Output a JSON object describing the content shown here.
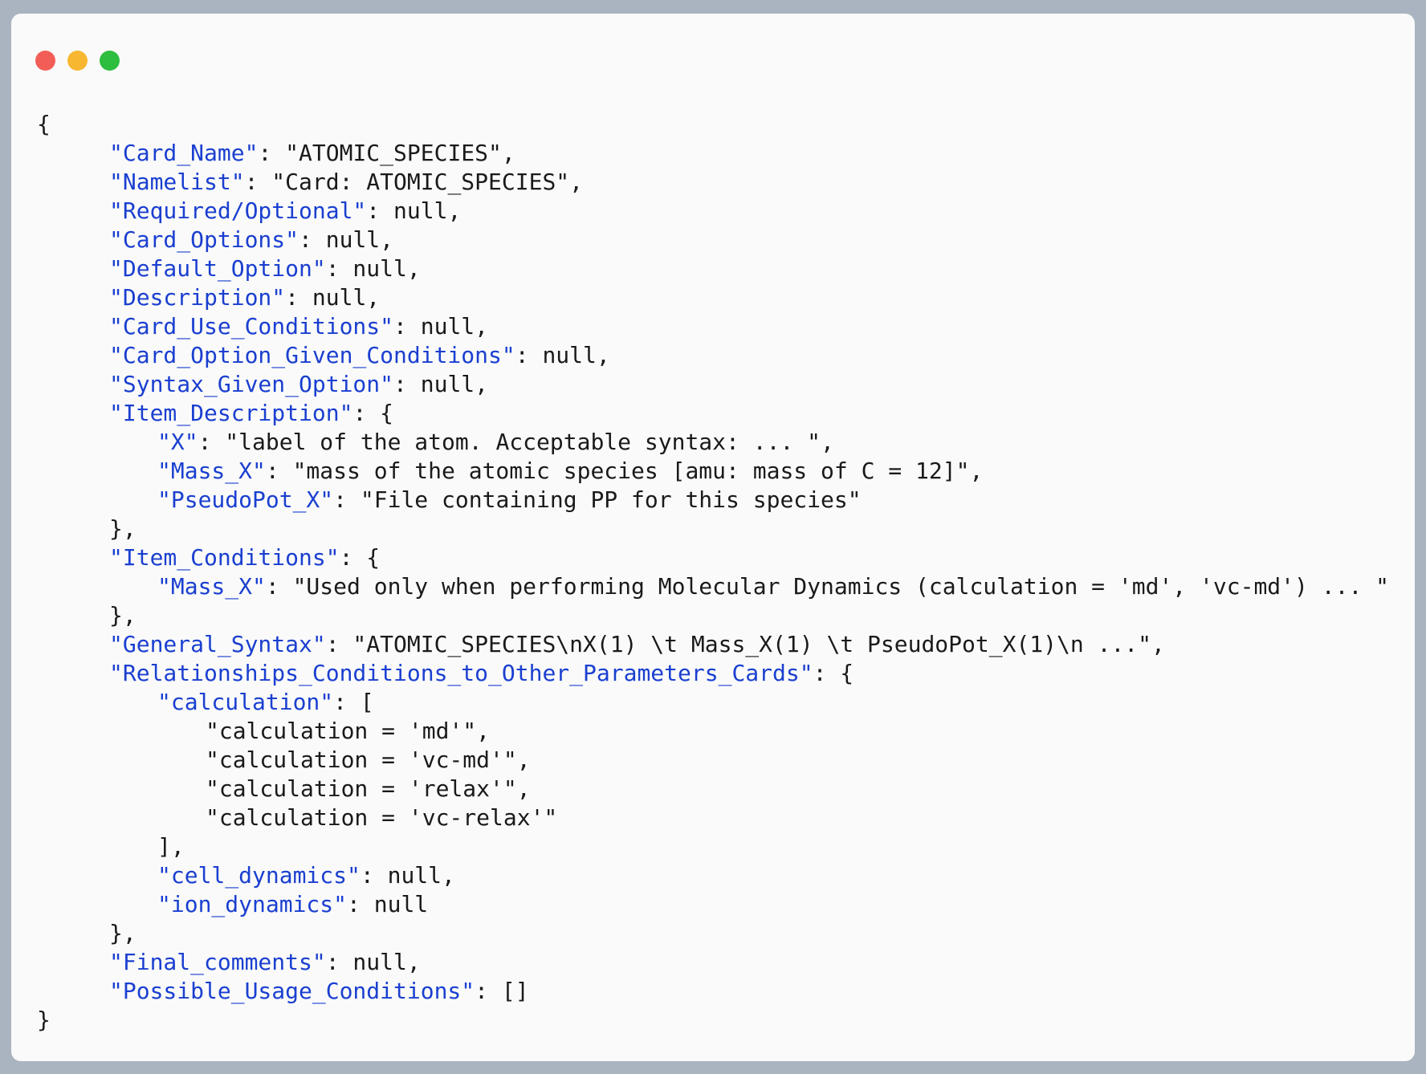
{
  "window": {
    "buttons": {
      "close_color": "#f25e57",
      "minimize_color": "#f7b731",
      "maximize_color": "#2dbd3f"
    }
  },
  "colors": {
    "key": "#1a3fd0",
    "text": "#1a1a1a",
    "background": "#fafafa",
    "frame": "#a9b4c0"
  },
  "code_lines": [
    {
      "indent": 0,
      "key": "",
      "text": "{"
    },
    {
      "indent": 1,
      "key": "\"Card_Name\"",
      "text": ": \"ATOMIC_SPECIES\","
    },
    {
      "indent": 1,
      "key": "\"Namelist\"",
      "text": ": \"Card: ATOMIC_SPECIES\","
    },
    {
      "indent": 1,
      "key": "\"Required/Optional\"",
      "text": ": null,"
    },
    {
      "indent": 1,
      "key": "\"Card_Options\"",
      "text": ": null,"
    },
    {
      "indent": 1,
      "key": "\"Default_Option\"",
      "text": ": null,"
    },
    {
      "indent": 1,
      "key": "\"Description\"",
      "text": ": null,"
    },
    {
      "indent": 1,
      "key": "\"Card_Use_Conditions\"",
      "text": ": null,"
    },
    {
      "indent": 1,
      "key": "\"Card_Option_Given_Conditions\"",
      "text": ": null,"
    },
    {
      "indent": 1,
      "key": "\"Syntax_Given_Option\"",
      "text": ": null,"
    },
    {
      "indent": 1,
      "key": "\"Item_Description\"",
      "text": ": {"
    },
    {
      "indent": 2,
      "key": "\"X\"",
      "text": ": \"label of the atom. Acceptable syntax: ... \","
    },
    {
      "indent": 2,
      "key": "\"Mass_X\"",
      "text": ": \"mass of the atomic species [amu: mass of C = 12]\","
    },
    {
      "indent": 2,
      "key": "\"PseudoPot_X\"",
      "text": ": \"File containing PP for this species\""
    },
    {
      "indent": 1,
      "key": "",
      "text": "},"
    },
    {
      "indent": 1,
      "key": "\"Item_Conditions\"",
      "text": ": {"
    },
    {
      "indent": 2,
      "key": "\"Mass_X\"",
      "text": ": \"Used only when performing Molecular Dynamics (calculation = 'md', 'vc-md') ... \""
    },
    {
      "indent": 1,
      "key": "",
      "text": "},"
    },
    {
      "indent": 1,
      "key": "\"General_Syntax\"",
      "text": ": \"ATOMIC_SPECIES\\nX(1) \\t Mass_X(1) \\t PseudoPot_X(1)\\n ...\","
    },
    {
      "indent": 1,
      "key": "\"Relationships_Conditions_to_Other_Parameters_Cards\"",
      "text": ": {"
    },
    {
      "indent": 2,
      "key": "\"calculation\"",
      "text": ": ["
    },
    {
      "indent": 3,
      "key": "",
      "text": "\"calculation = 'md'\","
    },
    {
      "indent": 3,
      "key": "",
      "text": "\"calculation = 'vc-md'\","
    },
    {
      "indent": 3,
      "key": "",
      "text": "\"calculation = 'relax'\","
    },
    {
      "indent": 3,
      "key": "",
      "text": "\"calculation = 'vc-relax'\""
    },
    {
      "indent": 2,
      "key": "",
      "text": "],"
    },
    {
      "indent": 2,
      "key": "\"cell_dynamics\"",
      "text": ": null,"
    },
    {
      "indent": 2,
      "key": "\"ion_dynamics\"",
      "text": ": null"
    },
    {
      "indent": 1,
      "key": "",
      "text": "},"
    },
    {
      "indent": 1,
      "key": "\"Final_comments\"",
      "text": ": null,"
    },
    {
      "indent": 1,
      "key": "\"Possible_Usage_Conditions\"",
      "text": ": []"
    },
    {
      "indent": 0,
      "key": "",
      "text": "}"
    }
  ]
}
